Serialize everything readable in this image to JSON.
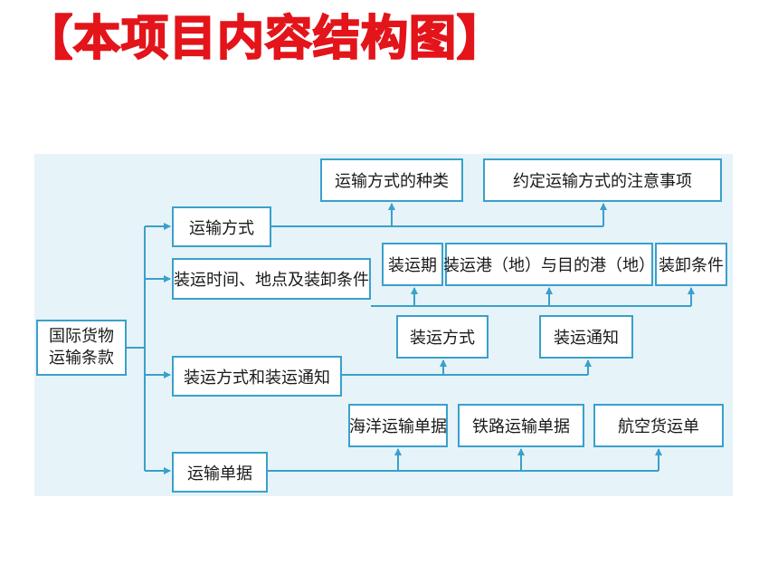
{
  "title": "【本项目内容结构图】",
  "diagram": {
    "root": [
      "国际货物",
      "运输条款"
    ],
    "level1": {
      "transport_mode": "运输方式",
      "shipment_terms": "装运时间、地点及装卸条件",
      "shipment_notice": "装运方式和装运通知",
      "transport_docs": "运输单据"
    },
    "level2": {
      "mode_types": "运输方式的种类",
      "mode_notes": "约定运输方式的注意事项",
      "shipment_period": "装运期",
      "ports": "装运港（地）与目的港（地）",
      "loading_terms": "装卸条件",
      "shipment_method": "装运方式",
      "shipment_advice": "装运通知",
      "ocean_doc": "海洋运输单据",
      "rail_doc": "铁路运输单据",
      "air_waybill": "航空货运单"
    },
    "colors": {
      "line": "#3aa0cb",
      "panel": "#e6f3f8",
      "title": "#e3141a"
    }
  }
}
